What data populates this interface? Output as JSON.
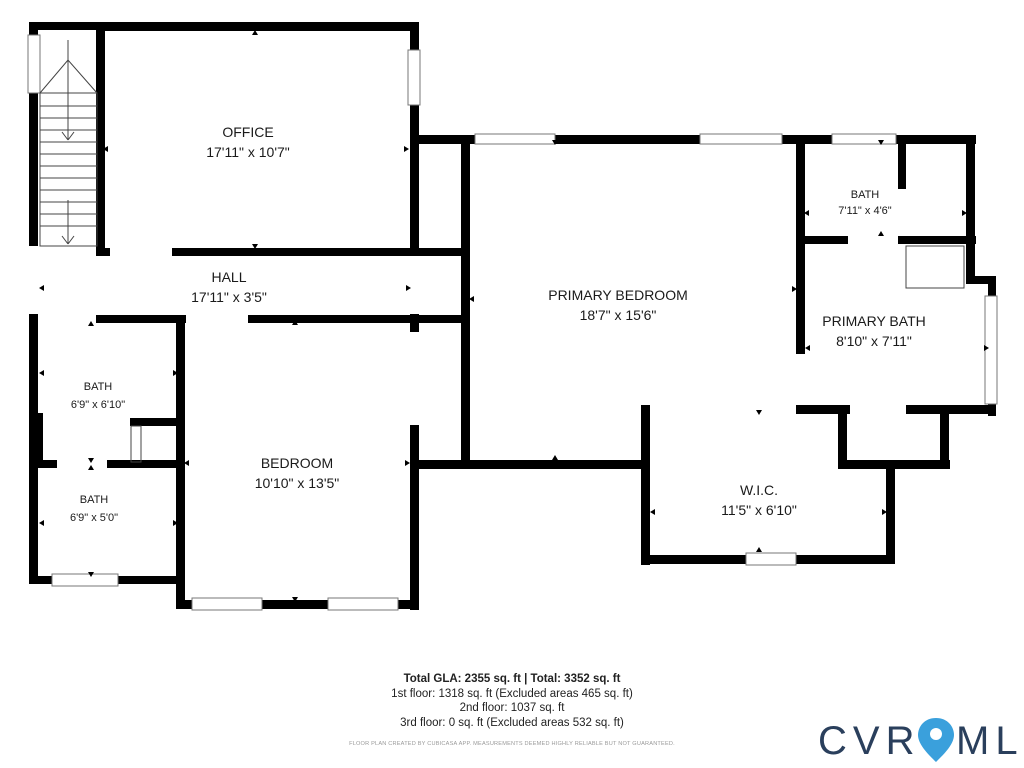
{
  "rooms": {
    "office": {
      "name": "OFFICE",
      "dims": "17'11\" x 10'7\""
    },
    "hall": {
      "name": "HALL",
      "dims": "17'11\" x 3'5\""
    },
    "bath1": {
      "name": "BATH",
      "dims": "6'9\" x 6'10\""
    },
    "bath2": {
      "name": "BATH",
      "dims": "6'9\" x 5'0\""
    },
    "bedroom": {
      "name": "BEDROOM",
      "dims": "10'10\" x 13'5\""
    },
    "primary_bed": {
      "name": "PRIMARY BEDROOM",
      "dims": "18'7\" x 15'6\""
    },
    "bath3": {
      "name": "BATH",
      "dims": "7'11\" x 4'6\""
    },
    "primary_bath": {
      "name": "PRIMARY BATH",
      "dims": "8'10\" x 7'11\""
    },
    "wic": {
      "name": "W.I.C.",
      "dims": "11'5\" x 6'10\""
    }
  },
  "summary": {
    "total": "Total GLA: 2355 sq. ft | Total: 3352 sq. ft",
    "floor1": "1st floor: 1318 sq. ft (Excluded areas 465 sq. ft)",
    "floor2": "2nd floor: 1037 sq. ft",
    "floor3": "3rd floor: 0 sq. ft (Excluded areas 532 sq. ft)"
  },
  "disclaimer": "FLOOR PLAN CREATED BY CUBICASA APP. MEASUREMENTS DEEMED HIGHLY RELIABLE BUT NOT GUARANTEED.",
  "logo": {
    "left": "CVR",
    "right": "MLS",
    "color": "#2a3f5c",
    "pin_color": "#3aa0dc"
  }
}
